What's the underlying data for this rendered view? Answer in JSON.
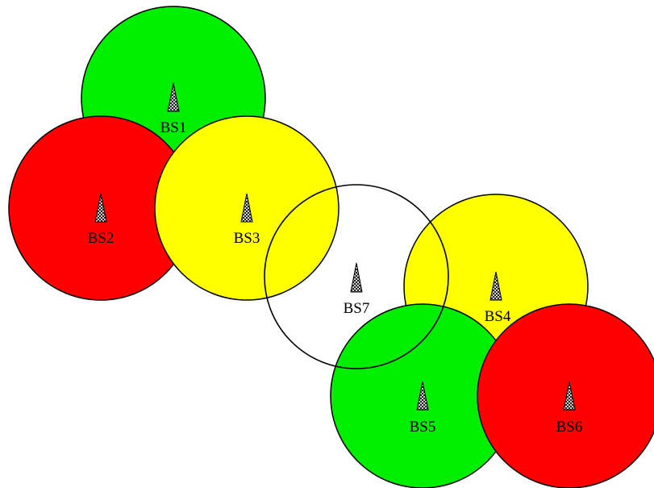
{
  "colors": {
    "green": "#00ee00",
    "red": "#ff0000",
    "yellow": "#ffff00",
    "outline_red": "#ff0000",
    "antenna_fill": "#bbbbbb"
  },
  "stations": [
    {
      "id": "bs1",
      "label": "BS1",
      "fill": "green",
      "icon": "antenna-tower-icon"
    },
    {
      "id": "bs2",
      "label": "BS2",
      "fill": "red",
      "icon": "antenna-tower-icon"
    },
    {
      "id": "bs3",
      "label": "BS3",
      "fill": "yellow",
      "icon": "antenna-tower-icon"
    },
    {
      "id": "bs4",
      "label": "BS4",
      "fill": "yellow",
      "icon": "antenna-tower-icon"
    },
    {
      "id": "bs5",
      "label": "BS5",
      "fill": "green",
      "icon": "antenna-tower-icon"
    },
    {
      "id": "bs6",
      "label": "BS6",
      "fill": "red",
      "icon": "antenna-tower-icon"
    },
    {
      "id": "bs7",
      "label": "BS7",
      "fill": "none",
      "outline": "outline_red",
      "icon": "antenna-tower-icon"
    }
  ]
}
